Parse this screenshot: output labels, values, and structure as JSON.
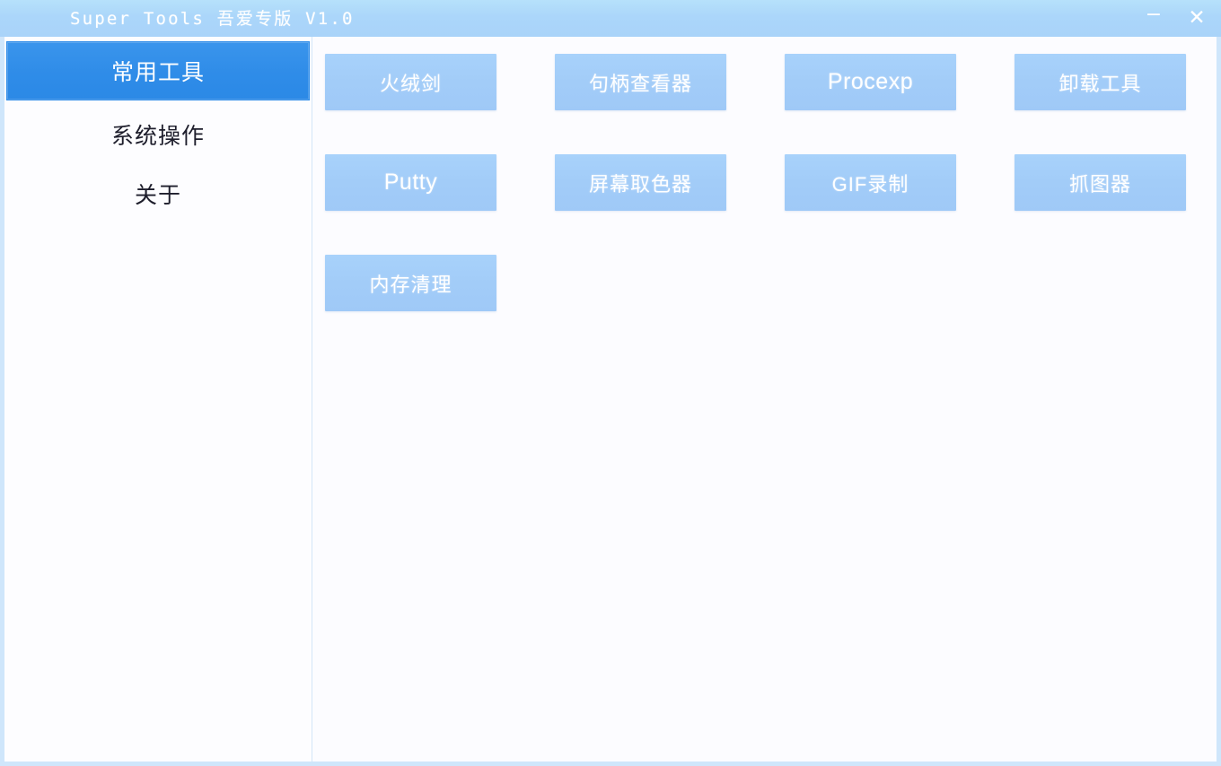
{
  "window": {
    "title": "Super Tools 吾爱专版 V1.0",
    "controls": [
      {
        "name": "minimize-button",
        "glyph": "−"
      },
      {
        "name": "close-button",
        "glyph": "✕"
      }
    ],
    "titlebar_color": "#abd6fa",
    "accent_color": "#2f8ce8",
    "button_color": "#a2ccf8",
    "content_bg": "#fcfcff"
  },
  "sidebar": {
    "items": [
      {
        "label": "常用工具",
        "selected": true
      },
      {
        "label": "系统操作",
        "selected": false
      },
      {
        "label": "关于",
        "selected": false
      }
    ]
  },
  "content": {
    "buttons": [
      {
        "label": "火绒剑",
        "latin": false
      },
      {
        "label": "句柄查看器",
        "latin": false
      },
      {
        "label": "Procexp",
        "latin": true
      },
      {
        "label": "卸载工具",
        "latin": false
      },
      {
        "label": "Putty",
        "latin": true
      },
      {
        "label": "屏幕取色器",
        "latin": false
      },
      {
        "label": "GIF录制",
        "latin": false
      },
      {
        "label": "抓图器",
        "latin": false
      },
      {
        "label": "内存清理",
        "latin": false
      }
    ]
  }
}
